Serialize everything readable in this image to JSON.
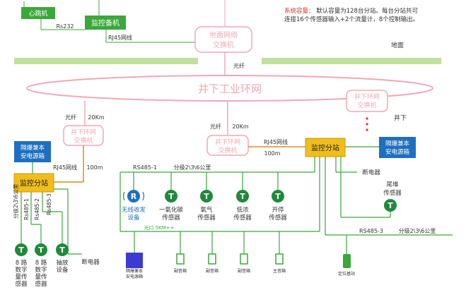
{
  "top_left": {
    "heartbeat": "心跳机",
    "rs232": "Rs232",
    "backup": "监控备机",
    "rj45": "RJ45网线"
  },
  "ground_switch": {
    "line1": "地面网络",
    "line2": "交换机"
  },
  "system_note": {
    "title": "系统容量：",
    "line1_rest": "默认容量为128台分站。每台分站共可",
    "line2": "连接16个传感器输入+2个流量计，8个控制输出。"
  },
  "ground_label": "地面",
  "fiber_label": "光纤",
  "ring": {
    "label": "井下工业环网"
  },
  "switch_right": {
    "line1": "井下环网",
    "line2": "交换机"
  },
  "underground_label": "井下",
  "switch_left": {
    "line1": "井下环网",
    "line2": "交换机",
    "fiber": "光纤",
    "dist": "20Km",
    "rj45": "RJ45网线",
    "dist2": "100m"
  },
  "switch_mid": {
    "line1": "井下环网",
    "line2": "交换机",
    "fiber": "光纤",
    "dist": "20Km",
    "rj45": "RJ45网线",
    "dist2": "100m"
  },
  "power_box": {
    "line1": "隔爆兼本",
    "line2": "安电源箱"
  },
  "substation_label": "监控分站",
  "rs485_1": "RS485-1",
  "rs485_3": "RS485-3",
  "cascade": "分级2\\3\\6公里",
  "left_bus": [
    "分级2\\3\\6公里",
    "Rs485-1",
    "Rs485-2",
    "Rs485-3"
  ],
  "left_sensors": [
    {
      "letter": "T",
      "lines": [
        "8 路",
        "数字",
        "量传",
        "感器"
      ]
    },
    {
      "letter": "T",
      "lines": [
        "8 路",
        "数字",
        "量传",
        "感器"
      ]
    },
    {
      "letter": "T",
      "lines": [
        "抽放",
        "设备"
      ]
    }
  ],
  "left_relay": "断电器",
  "mid_sensors": [
    {
      "letter": "R",
      "lines": [
        "无线收发",
        "设备"
      ]
    },
    {
      "letter": "T",
      "lines": [
        "一氧化碳",
        "传感器"
      ]
    },
    {
      "letter": "T",
      "lines": [
        "氧气",
        "传感器"
      ]
    },
    {
      "letter": "T",
      "lines": [
        "低浓",
        "传感器"
      ]
    },
    {
      "letter": "T",
      "lines": [
        "开停",
        "传感器"
      ]
    }
  ],
  "relay_right": "断电器",
  "tail_sensor": {
    "letter": "T",
    "lines": [
      "尾堆",
      "传感器"
    ]
  },
  "optical_note": "光口 5KM++",
  "bottom_devices": [
    {
      "lines": [
        "隔爆兼本",
        "安电源箱"
      ]
    },
    {
      "lines": [
        "副音箱"
      ]
    },
    {
      "lines": [
        "副音箱"
      ]
    },
    {
      "lines": [
        "副音箱"
      ]
    },
    {
      "lines": [
        "主音箱"
      ]
    }
  ],
  "base_station": "定位基站",
  "colors": {
    "green": "#3aa83a",
    "dark_green": "#1f8a3a",
    "blue": "#1e6fbf",
    "yellow": "#f0be1c",
    "pink": "#f0a9b4",
    "band": "#bfe19c",
    "orange": "#e08a1e",
    "note_red": "#e0322b"
  }
}
